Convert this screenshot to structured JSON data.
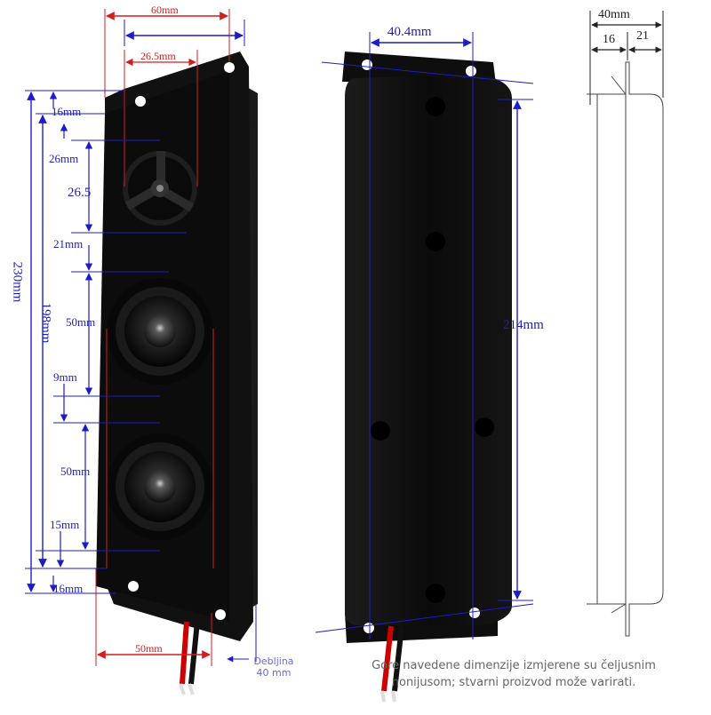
{
  "front_view": {
    "width_total": "60mm",
    "inner_width": "26.5mm",
    "top_margin": "16mm",
    "tweeter_offset": "26mm",
    "tweeter_size": "26.5",
    "gap_after_tweeter": "21mm",
    "woofer1_size": "50mm",
    "gap_between_woofers": "9mm",
    "woofer2_size": "50mm",
    "gap_after_woofer2": "15mm",
    "bottom_margin": "16mm",
    "total_height": "230mm",
    "mount_height": "198mm",
    "bottom_width": "50mm",
    "thickness_note": "Debljina\n40 mm"
  },
  "back_view": {
    "hole_spacing_width": "40.4mm",
    "hole_spacing_height": "214mm"
  },
  "side_view": {
    "depth_total": "40mm",
    "depth_front": "16",
    "depth_back": "21"
  },
  "footnote": "Gore navedene dimenzije izmjerene su čeljusnim\nnonijusom; stvarni proizvod može varirati.",
  "colors": {
    "dimension_blue": "#1c1cc8",
    "dimension_red": "#d21e1e",
    "speaker_body": "#0c0c0c"
  }
}
